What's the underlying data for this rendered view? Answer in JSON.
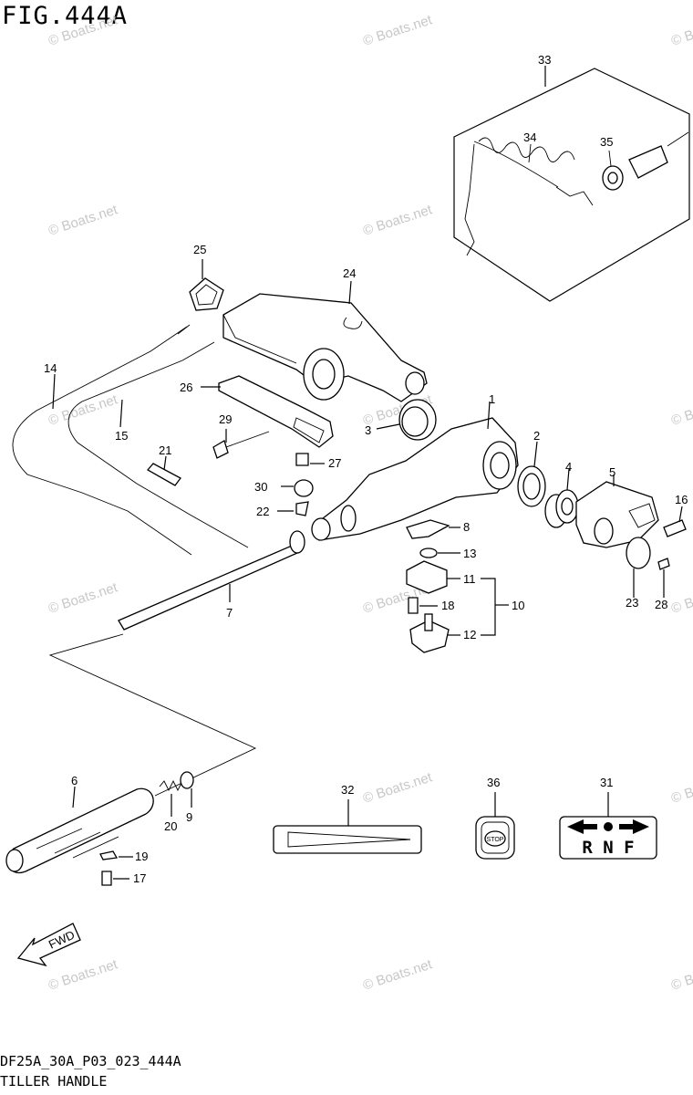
{
  "figure": {
    "title": "FIG.444A",
    "code": "DF25A_30A_P03_023_444A",
    "name": "TILLER HANDLE"
  },
  "watermark": "© Boats.net",
  "fwd_label": "FWD",
  "stop_label": "STOP",
  "shift_label": "R N F",
  "callouts": [
    "1",
    "2",
    "3",
    "5",
    "4",
    "6",
    "7",
    "8",
    "9",
    "10",
    "11",
    "12",
    "13",
    "14",
    "15",
    "16",
    "17",
    "18",
    "19",
    "20",
    "21",
    "22",
    "23",
    "24",
    "25",
    "26",
    "27",
    "28",
    "29",
    "30",
    "31",
    "32",
    "33",
    "34",
    "35",
    "36"
  ]
}
